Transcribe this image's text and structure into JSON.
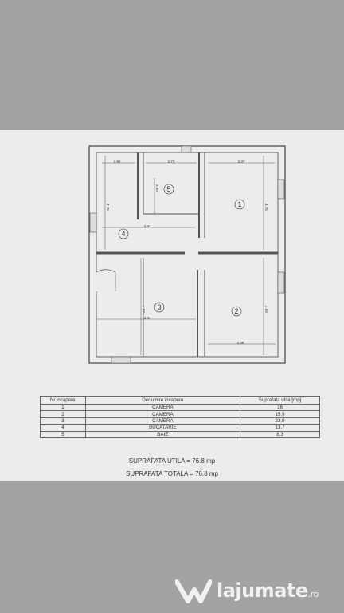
{
  "plan": {
    "dims": {
      "d1": "1.98",
      "d2": "2.73",
      "d3": "3.37",
      "d4": "4.75",
      "d5": "4.94",
      "d6": "4.75",
      "d7": "3.00",
      "d8": "4.63",
      "d9": "4.94",
      "d10": "4.69",
      "d11": "3.38"
    },
    "rooms": {
      "r1": "1",
      "r2": "2",
      "r3": "3",
      "r4": "4",
      "r5": "5"
    }
  },
  "table": {
    "headers": [
      "Nr.incapere",
      "Denumire incapere",
      "Suprafata utila [mp]"
    ],
    "rows": [
      [
        "1",
        "CAMERA",
        "16"
      ],
      [
        "2",
        "CAMERA",
        "15.9"
      ],
      [
        "3",
        "CAMERA",
        "22.9"
      ],
      [
        "4",
        "BUCATARIE",
        "13.7"
      ],
      [
        "5",
        "BAIE",
        "8.3"
      ]
    ]
  },
  "totals": {
    "utila": "SUPRAFATA UTILA = 76.8 mp",
    "totala": "SUPRAFATA TOTALA = 76.8 mp"
  },
  "watermark": {
    "brand": "lajumate",
    "tld": ".ro"
  }
}
